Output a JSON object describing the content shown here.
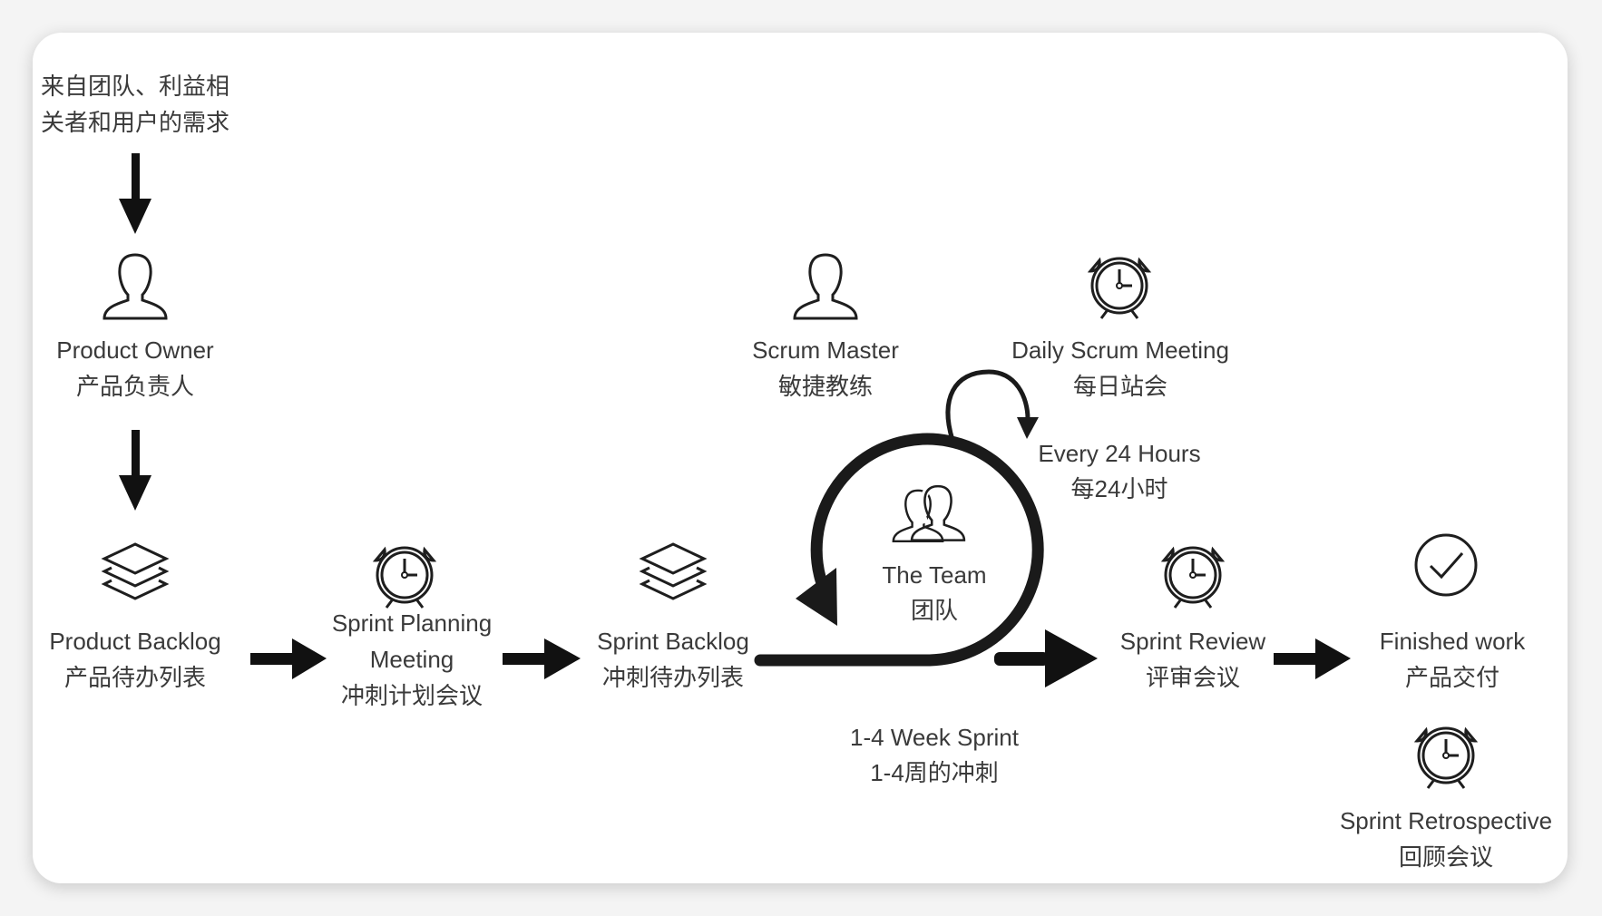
{
  "requirements": {
    "line1": "来自团队、利益相",
    "line2": "关者和用户的需求"
  },
  "product_owner": {
    "en": "Product Owner",
    "zh": "产品负责人",
    "icon": "person-icon"
  },
  "product_backlog": {
    "en": "Product Backlog",
    "zh": "产品待办列表",
    "icon": "layers-icon"
  },
  "sprint_planning": {
    "en1": "Sprint Planning",
    "en2": "Meeting",
    "zh": "冲刺计划会议",
    "icon": "alarm-clock-icon"
  },
  "sprint_backlog": {
    "en": "Sprint Backlog",
    "zh": "冲刺待办列表",
    "icon": "layers-icon"
  },
  "scrum_master": {
    "en": "Scrum Master",
    "zh": "敏捷教练",
    "icon": "person-icon"
  },
  "daily_scrum": {
    "en": "Daily Scrum Meeting",
    "zh": "每日站会",
    "icon": "alarm-clock-icon"
  },
  "every_24": {
    "en": "Every 24 Hours",
    "zh": "每24小时"
  },
  "team": {
    "en": "The Team",
    "zh": "团队",
    "icon": "team-icon"
  },
  "sprint_length": {
    "en": "1-4 Week Sprint",
    "zh": "1-4周的冲刺"
  },
  "sprint_review": {
    "en": "Sprint Review",
    "zh": "评审会议",
    "icon": "alarm-clock-icon"
  },
  "finished_work": {
    "en": "Finished work",
    "zh": "产品交付",
    "icon": "check-circle-icon"
  },
  "retrospective": {
    "en": "Sprint Retrospective",
    "zh": "回顾会议",
    "icon": "alarm-clock-icon"
  }
}
